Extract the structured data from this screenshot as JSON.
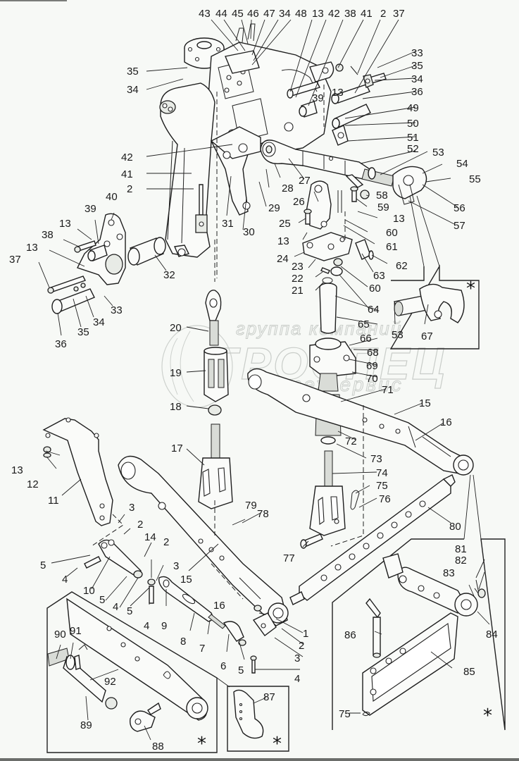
{
  "title": "Exploded view: rear three-point hitch linkage",
  "watermark": {
    "line1": "группа компаний",
    "line2": "ГРОСПЕЦ",
    "line3": "техсервис"
  },
  "inset_marker": "*",
  "insets": [
    {
      "id": "hook-inset",
      "marker": "*",
      "parts": [
        "53",
        "67"
      ]
    },
    {
      "id": "lower-link-end-inset",
      "marker": "*",
      "parts": [
        "81",
        "82",
        "83",
        "84",
        "85",
        "86",
        "75"
      ]
    },
    {
      "id": "telescopic-link-inset",
      "marker": "*",
      "parts": [
        "88",
        "89",
        "90",
        "91",
        "92"
      ]
    },
    {
      "id": "quick-hook-inset",
      "marker": "*",
      "parts": [
        "87"
      ]
    }
  ],
  "callouts": {
    "top_row": [
      "43",
      "44",
      "45",
      "46",
      "47",
      "34",
      "48",
      "13",
      "42",
      "38",
      "41",
      "2",
      "37"
    ],
    "upper_right": [
      "33",
      "35",
      "34",
      "36",
      "49",
      "50",
      "51",
      "52",
      "53",
      "54",
      "55",
      "56",
      "57",
      "58",
      "59",
      "13",
      "60",
      "61",
      "62",
      "63",
      "60",
      "64"
    ],
    "upper_center": [
      "35",
      "34",
      "39",
      "13",
      "42",
      "41",
      "2",
      "31",
      "30",
      "29",
      "28",
      "27",
      "26",
      "25",
      "13",
      "24",
      "23",
      "22",
      "21"
    ],
    "left_bracket": [
      "40",
      "39",
      "13",
      "38",
      "13",
      "37",
      "32",
      "33",
      "34",
      "35",
      "36"
    ],
    "center": [
      "20",
      "19",
      "18",
      "17",
      "65",
      "66",
      "68",
      "69",
      "70",
      "71",
      "15",
      "16",
      "72",
      "73",
      "74",
      "75",
      "76",
      "77",
      "79",
      "78",
      "80"
    ],
    "lower_left": [
      "13",
      "12",
      "11",
      "3",
      "2",
      "14",
      "2",
      "3",
      "5",
      "4",
      "10",
      "5",
      "4",
      "5",
      "4",
      "9",
      "8",
      "7",
      "6",
      "5",
      "15",
      "16",
      "1",
      "2",
      "3",
      "4"
    ],
    "lower_right": [
      "81",
      "82",
      "83",
      "84",
      "86",
      "85",
      "75"
    ],
    "bottom_left": [
      "90",
      "91",
      "92",
      "89",
      "88",
      "87"
    ],
    "hook": [
      "53",
      "67"
    ]
  }
}
